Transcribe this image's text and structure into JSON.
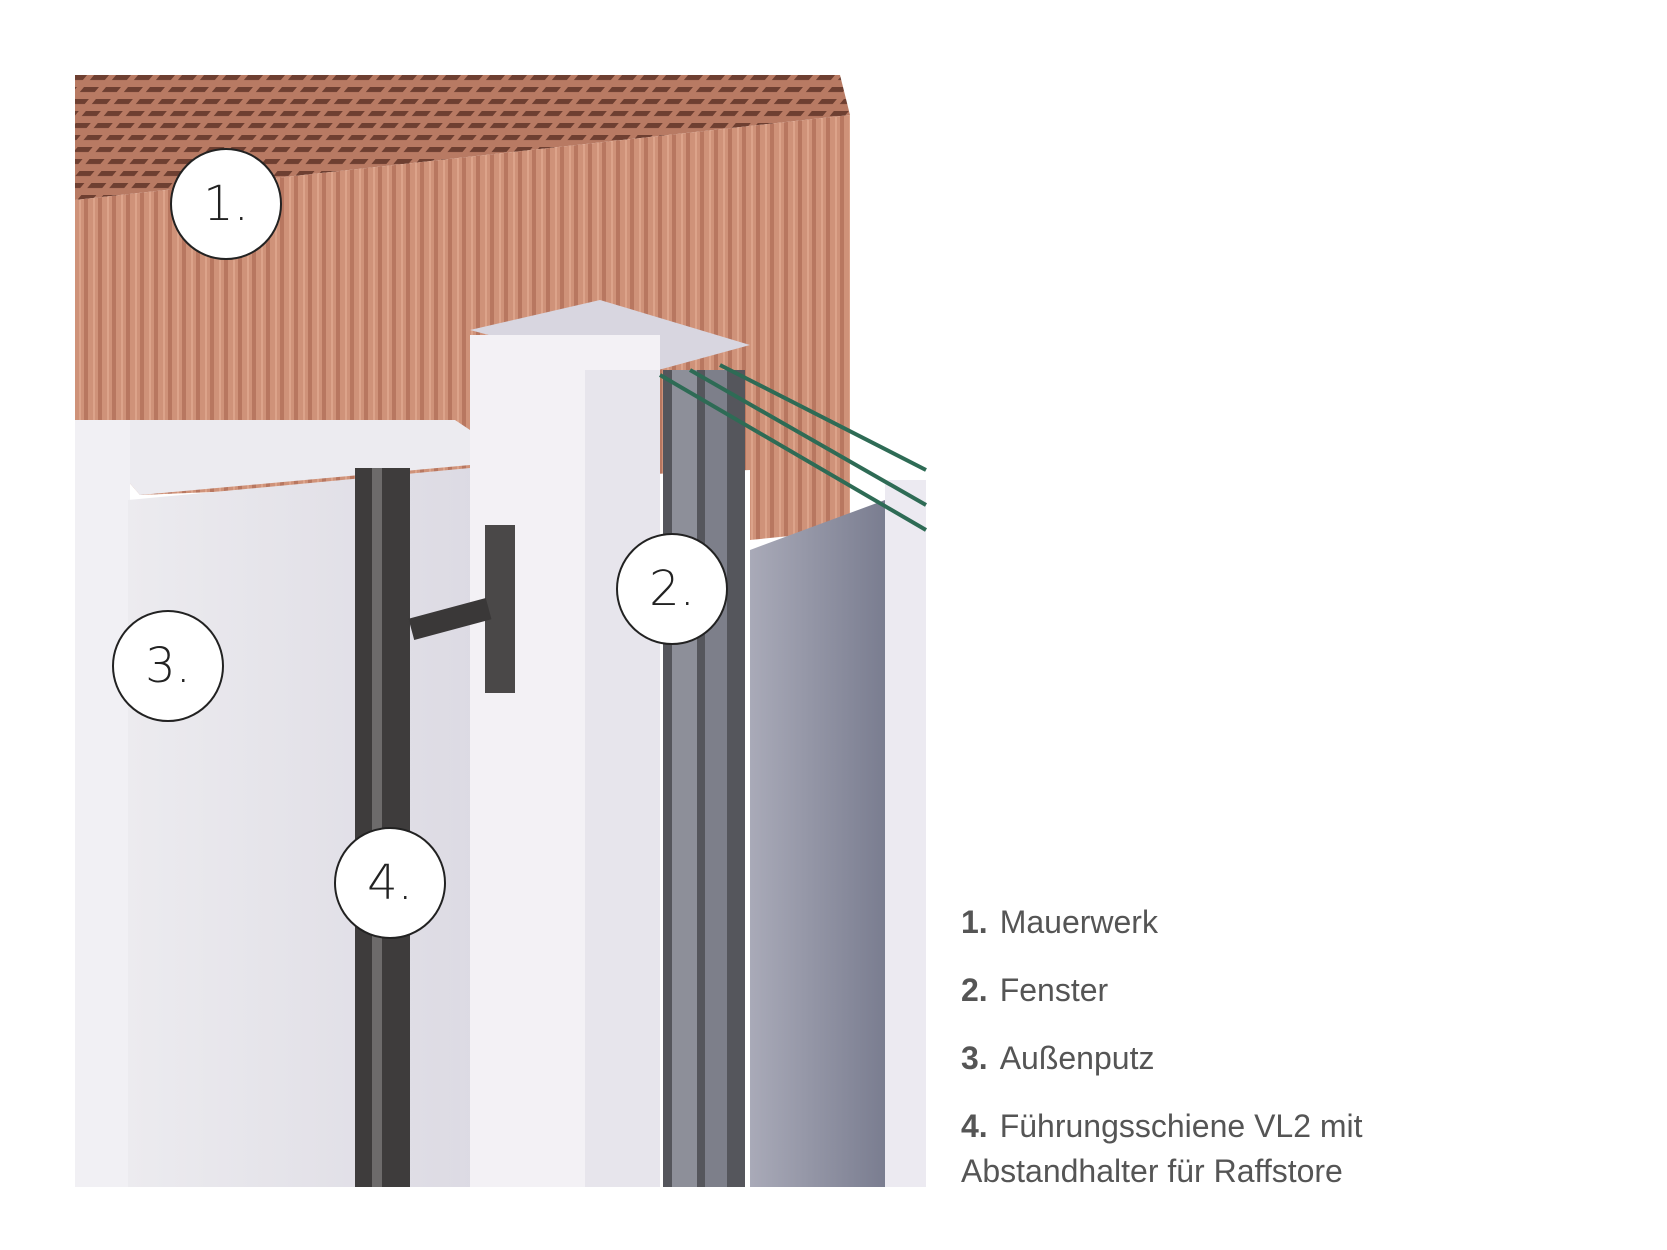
{
  "callouts": [
    "1.",
    "2.",
    "3.",
    "4."
  ],
  "legend": [
    {
      "num": "1.",
      "text": "Mauerwerk"
    },
    {
      "num": "2.",
      "text": "Fenster"
    },
    {
      "num": "3.",
      "text": "Außenputz"
    },
    {
      "num": "4.",
      "text": "Führungsschiene VL2 mit",
      "text2": "Abstandhalter für Raffstore"
    }
  ],
  "colors": {
    "brick": "#c98a6e",
    "plaster": "#e4e1ea",
    "frame": "#f2f0f4",
    "rail": "#3e3c3c",
    "glass": "#2e6b55"
  }
}
